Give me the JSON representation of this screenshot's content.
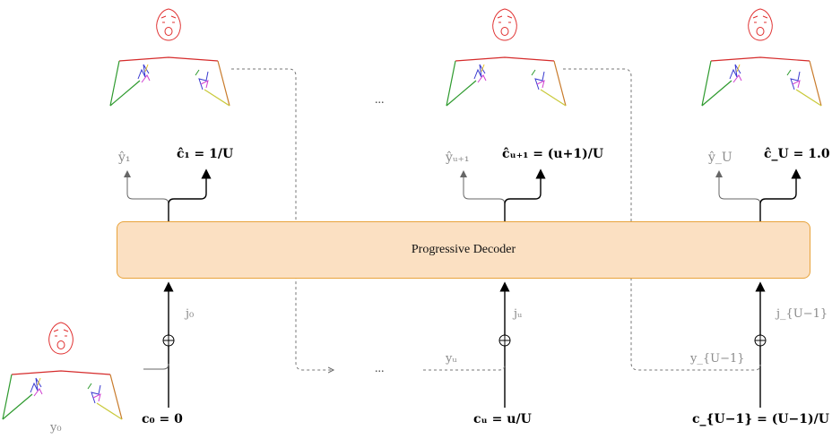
{
  "decoder": {
    "label": "Progressive Decoder"
  },
  "columns": [
    {
      "output_y": "ŷ₁",
      "output_c": "ĉ₁ = 1/U",
      "input_c": "c₀ = 0",
      "pos_enc": "j₀",
      "prev_pose": "y₀"
    },
    {
      "output_y": "ŷᵤ₊₁",
      "output_c": "ĉᵤ₊₁ = (u+1)/U",
      "input_c": "cᵤ = u/U",
      "pos_enc": "jᵤ",
      "prev_pose": "yᵤ"
    },
    {
      "output_y": "ŷ_U",
      "output_c": "ĉ_U = 1.0",
      "input_c": "c_{U−1} = (U−1)/U",
      "pos_enc": "j_{U−1}",
      "prev_pose": "y_{U−1}"
    }
  ],
  "ellipsis": "...",
  "colors": {
    "decoder_fill": "#fbe0c2",
    "decoder_border": "#e8a33b",
    "gray_text": "#8a8a8a",
    "arrow_gray": "#666666",
    "arrow_black": "#000000",
    "face": "#e03030",
    "limb_green": "#2e9a2e",
    "limb_orange": "#c87a2a",
    "limb_yellow": "#c9c93a",
    "shoulder_red": "#d52b2b"
  }
}
